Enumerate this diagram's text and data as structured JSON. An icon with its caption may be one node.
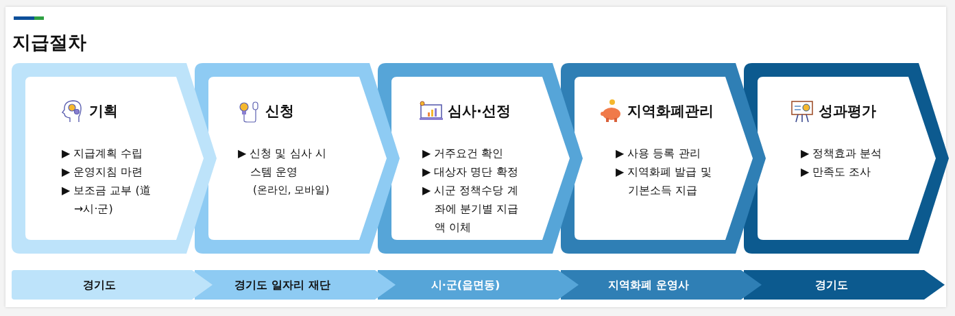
{
  "diagram": {
    "title": "지급절차",
    "nodes": [
      {
        "text": [
          "기획",
          "▶ 지급계획 수립",
          "▶ 운영지침 마련",
          "▶ 보조금 교부 (道→시·군)"
        ]
      },
      {
        "text": [
          "신청",
          "▶ 신청 및 심사 시스템 운영",
          "(온라인, 모바일)"
        ]
      },
      {
        "text": [
          "심사·선정",
          "▶ 거주요건 확인",
          "▶ 대상자 명단 확정",
          "▶ 시군 정책수당 계좌에 분기별 지급액 이체"
        ]
      },
      {
        "text": [
          "지역화폐관리",
          "▶ 사용 등록 관리",
          "▶ 지역화폐 발급 및 기본소득 지급"
        ]
      },
      {
        "text": [
          "성과평가",
          "▶ 정책효과 분석",
          "▶ 만족도 조사"
        ]
      },
      {
        "text": [
          "경기도"
        ]
      },
      {
        "text": [
          "경기도 일자리 재단"
        ]
      },
      {
        "text": [
          "시·군(읍면동)"
        ]
      },
      {
        "text": [
          "지역화폐 운영사"
        ]
      },
      {
        "text": [
          "경기도"
        ]
      }
    ]
  }
}
